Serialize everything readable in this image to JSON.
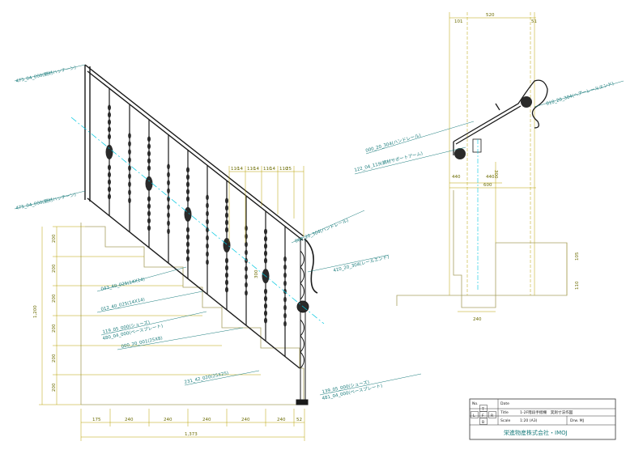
{
  "left_view": {
    "top_dims": [
      "110",
      "14",
      "110",
      "14",
      "110",
      "14",
      "110",
      "25"
    ],
    "height_label": "300",
    "vertical_dims": [
      "200",
      "200",
      "200",
      "200",
      "200",
      "200"
    ],
    "total_height": "1,200",
    "bottom_dims": [
      "175",
      "240",
      "240",
      "240",
      "240",
      "240",
      "52"
    ],
    "total_width": "1,373",
    "callouts": [
      "475_04_000(鋼材ハッチーン)",
      "475_04_000(鋼材ハッチーン)",
      "060_20_304(ハンドレール)",
      "410_20_304(レールエンド)",
      "043_40_025(14X14)",
      "012_40_025(14X14)",
      "119_05_000(シューズ)",
      "480_04_000(ベースプレート)",
      "000_20_001(25X8)",
      "231_42_020(25X25)",
      "139_05_000(シューズ)",
      "481_04_000(ベースプレート)"
    ]
  },
  "right_view": {
    "top_dims": [
      "101",
      "520",
      "51"
    ],
    "mid_dims": [
      "440",
      "440"
    ],
    "bottom_dim": "600",
    "vertical_dim": "300",
    "side_dims": [
      "105",
      "110"
    ],
    "base_dim": "240",
    "callouts": [
      "010_20_304(ヘアーレールエンド)",
      "000_20_304(ハンドレール)",
      "122_04_119(鋼材サポートアーム)"
    ]
  },
  "title_block": {
    "row1_left": "No.",
    "row1_right": "Date",
    "row2_label": "Title",
    "row2_value": "1-2F階段手摺棚　実測寸法作図",
    "row3_label": "Scale",
    "row3_value": "1:20 (A3)",
    "row3_right": "Drw. MJ",
    "stamp_letters": [
      "T",
      "L",
      "F",
      "R",
      "B"
    ],
    "company": "栄進物産株式会社・IMOJ"
  },
  "colors": {
    "dimension": "#b8a000",
    "structure": "#a8a060",
    "callout": "#1a7c7c",
    "centerline": "#00c8e0",
    "ironwork": "#1a1a1a"
  }
}
